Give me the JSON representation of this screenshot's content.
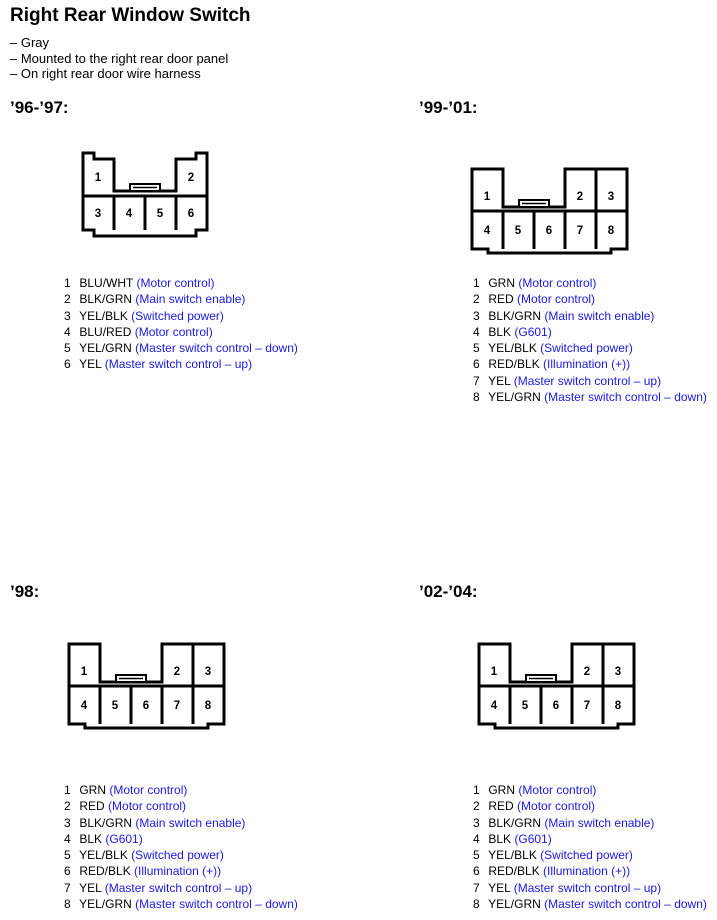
{
  "title": "Right Rear Window Switch",
  "notes": [
    "– Gray",
    "– Mounted to the right rear door panel",
    "– On right rear door wire harness"
  ],
  "sections": [
    {
      "id": "96-97",
      "label": "’96-’97:",
      "pins": [
        {
          "num": "1",
          "wire": "BLU/WHT",
          "desc": "(Motor control)"
        },
        {
          "num": "2",
          "wire": "BLK/GRN",
          "desc": "(Main switch enable)"
        },
        {
          "num": "3",
          "wire": "YEL/BLK",
          "desc": "(Switched power)"
        },
        {
          "num": "4",
          "wire": "BLU/RED",
          "desc": "(Motor control)"
        },
        {
          "num": "5",
          "wire": "YEL/GRN",
          "desc": "(Master switch control – down)"
        },
        {
          "num": "6",
          "wire": "YEL",
          "desc": "(Master switch control – up)"
        }
      ]
    },
    {
      "id": "99-01",
      "label": "’99-’01:",
      "pins": [
        {
          "num": "1",
          "wire": "GRN",
          "desc": "(Motor control)"
        },
        {
          "num": "2",
          "wire": "RED",
          "desc": "(Motor control)"
        },
        {
          "num": "3",
          "wire": "BLK/GRN",
          "desc": "(Main switch enable)"
        },
        {
          "num": "4",
          "wire": "BLK",
          "desc": "(G601)"
        },
        {
          "num": "5",
          "wire": "YEL/BLK",
          "desc": "(Switched power)"
        },
        {
          "num": "6",
          "wire": "RED/BLK",
          "desc": "(Illumination (+))"
        },
        {
          "num": "7",
          "wire": "YEL",
          "desc": "(Master switch control – up)"
        },
        {
          "num": "8",
          "wire": "YEL/GRN",
          "desc": "(Master switch control – down)"
        }
      ]
    },
    {
      "id": "98",
      "label": "’98:",
      "pins": [
        {
          "num": "1",
          "wire": "GRN",
          "desc": "(Motor control)"
        },
        {
          "num": "2",
          "wire": "RED",
          "desc": "(Motor control)"
        },
        {
          "num": "3",
          "wire": "BLK/GRN",
          "desc": "(Main switch enable)"
        },
        {
          "num": "4",
          "wire": "BLK",
          "desc": "(G601)"
        },
        {
          "num": "5",
          "wire": "YEL/BLK",
          "desc": "(Switched power)"
        },
        {
          "num": "6",
          "wire": "RED/BLK",
          "desc": "(Illumination (+))"
        },
        {
          "num": "7",
          "wire": "YEL",
          "desc": "(Master switch control – up)"
        },
        {
          "num": "8",
          "wire": "YEL/GRN",
          "desc": "(Master switch control – down)"
        }
      ]
    },
    {
      "id": "02-04",
      "label": "’02-’04:",
      "pins": [
        {
          "num": "1",
          "wire": "GRN",
          "desc": "(Motor control)"
        },
        {
          "num": "2",
          "wire": "RED",
          "desc": "(Motor control)"
        },
        {
          "num": "3",
          "wire": "BLK/GRN",
          "desc": "(Main switch enable)"
        },
        {
          "num": "4",
          "wire": "BLK",
          "desc": "(G601)"
        },
        {
          "num": "5",
          "wire": "YEL/BLK",
          "desc": "(Switched power)"
        },
        {
          "num": "6",
          "wire": "RED/BLK",
          "desc": "(Illumination (+))"
        },
        {
          "num": "7",
          "wire": "YEL",
          "desc": "(Master switch control – up)"
        },
        {
          "num": "8",
          "wire": "YEL/GRN",
          "desc": "(Master switch control – down)"
        }
      ]
    }
  ],
  "colors": {
    "text": "#000000",
    "description": "#1a1adf",
    "connector_outline": "#000000"
  }
}
